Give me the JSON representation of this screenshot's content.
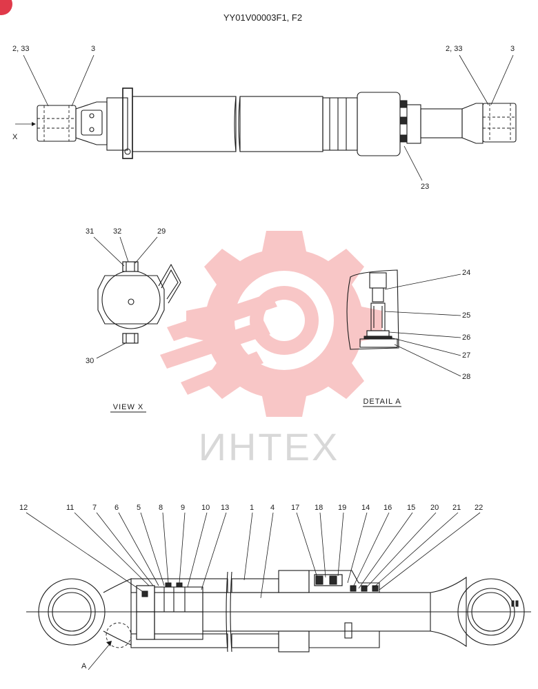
{
  "title": "YY01V00003F1, F2",
  "watermark": "ИНТЕХ",
  "colors": {
    "watermark": "#f4a6a6",
    "ink": "#1a1a1a",
    "corner_badge": "#e03a4a"
  },
  "top_view": {
    "labels": {
      "left_pin": "2, 33",
      "left_bushing": "3",
      "right_pin": "2, 33",
      "right_bushing": "3",
      "fitting": "23",
      "view_arrow": "X"
    }
  },
  "view_x": {
    "caption": "VIEW  X",
    "labels": {
      "bolt_a": "31",
      "bolt_b": "32",
      "bracket": "29",
      "bolt_bottom": "30"
    }
  },
  "detail_a": {
    "caption": "DETAIL  A",
    "labels": [
      "24",
      "25",
      "26",
      "27",
      "28"
    ]
  },
  "section_view": {
    "top_labels": [
      "12",
      "11",
      "7",
      "6",
      "5",
      "8",
      "9",
      "10",
      "13",
      "1",
      "4",
      "17",
      "18",
      "19",
      "14",
      "16",
      "15",
      "20",
      "21",
      "22"
    ],
    "detail_marker": "A"
  }
}
